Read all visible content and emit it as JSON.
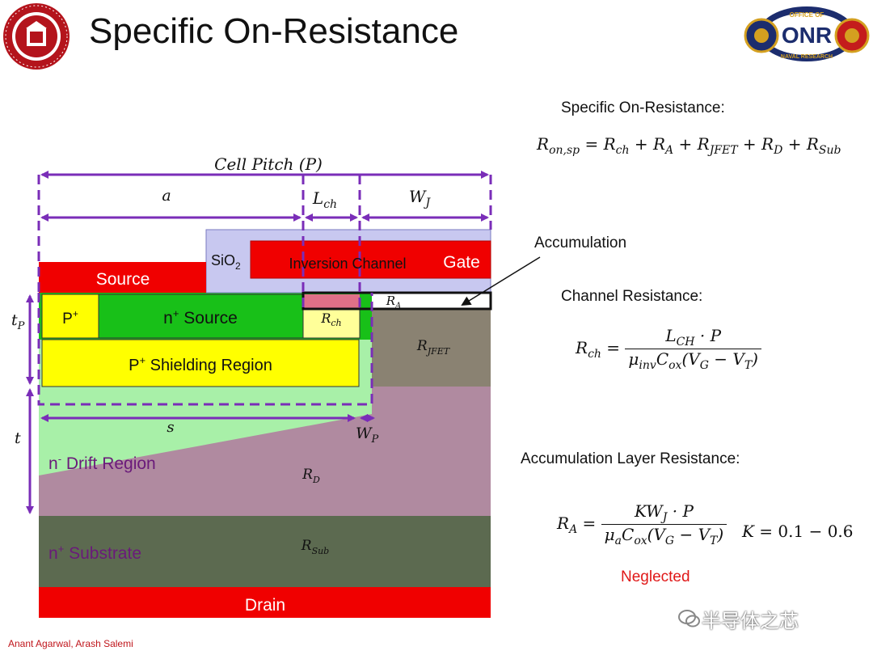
{
  "title": "Specific On-Resistance",
  "author": "Anant Agarwal, Arash Salemi",
  "watermark": "半导体之芯",
  "logos": {
    "left": "osu-seal",
    "right": "onr-logo",
    "onr_text_top": "OFFICE OF",
    "onr_text_bottom": "NAVAL RESEARCH",
    "onr_word": "ONR"
  },
  "dimensions": {
    "cell_pitch": "Cell Pitch (P)",
    "a": "a",
    "lch": "L",
    "lch_sub": "ch",
    "wj": "W",
    "wj_sub": "J",
    "tp": "t",
    "tp_sub": "P",
    "t": "t",
    "s": "s",
    "wp": "W",
    "wp_sub": "P"
  },
  "regions": {
    "source_metal": "Source",
    "sio2": "SiO",
    "sio2_sub": "2",
    "gate": "Gate",
    "inversion_channel": "Inversion Channel",
    "p_plus": "P",
    "p_plus_sup": "+",
    "n_source": "n",
    "n_source_sup": "+",
    "n_source_rest": " Source",
    "shielding": "P",
    "shielding_sup": "+",
    "shielding_rest": " Shielding Region",
    "drift": "n",
    "drift_sup": "-",
    "drift_rest": " Drift Region",
    "substrate": "n",
    "substrate_sup": "+",
    "substrate_rest": " Substrate",
    "drain": "Drain",
    "r_ch": "R",
    "r_ch_sub": "ch",
    "r_a": "R",
    "r_a_sub": "A",
    "r_jfet": "R",
    "r_jfet_sub": "JFET",
    "r_d": "R",
    "r_d_sub": "D",
    "r_sub": "R",
    "r_sub_sub": "Sub"
  },
  "annotations": {
    "accumulation": "Accumulation",
    "specific_label": "Specific On-Resistance:",
    "channel_label": "Channel Resistance:",
    "accumulation_label": "Accumulation Layer Resistance:",
    "neglected": "Neglected"
  },
  "equations": {
    "ron": "R_on,sp = R_ch + R_A + R_JFET + R_D + R_Sub",
    "rch": "R_ch = L_CH · P / μ_inv C_ox (V_G − V_T)",
    "ra": "R_A = K W_J · P / μ_a C_ox (V_G − V_T)",
    "k": "K = 0.1 − 0.6"
  },
  "colors": {
    "red": "#f00000",
    "sio2": "#c8c8f0",
    "green": "#18c018",
    "yellow": "#ffff00",
    "light_green": "#a8f0a8",
    "mauve": "#b08aa0",
    "gray": "#8a8272",
    "substrate": "#5c6a50",
    "pink": "#e07088",
    "light_yellow": "#ffff99",
    "purple": "#7a2db8",
    "neglected": "#e01818"
  }
}
